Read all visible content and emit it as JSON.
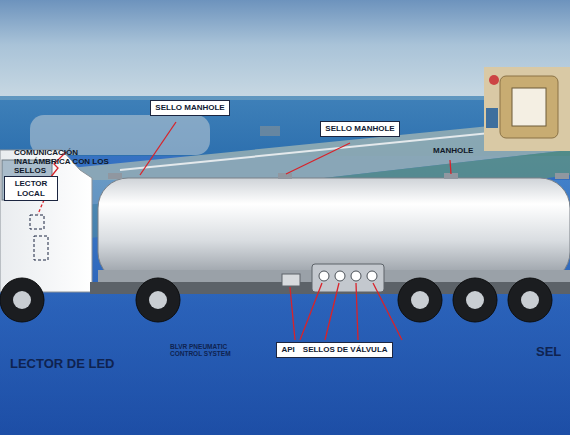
{
  "diagram": {
    "nodes": [
      {
        "text": [
          "SELLO MANHOLE"
        ]
      },
      {
        "text": [
          "SELLO MANHOLE"
        ]
      },
      {
        "text": [
          "LECTOR LOCAL"
        ]
      },
      {
        "text": [
          "API",
          "SELLOS DE VÁLVULA"
        ]
      }
    ],
    "labels": [
      "COMUNICACIÓN INALÁMBRICA CON LOS SELLOS",
      "MANHOLE",
      "LECTOR DE LED",
      "BLVR PNEUMATIC CONTROL SYSTEM",
      "SEL"
    ]
  }
}
